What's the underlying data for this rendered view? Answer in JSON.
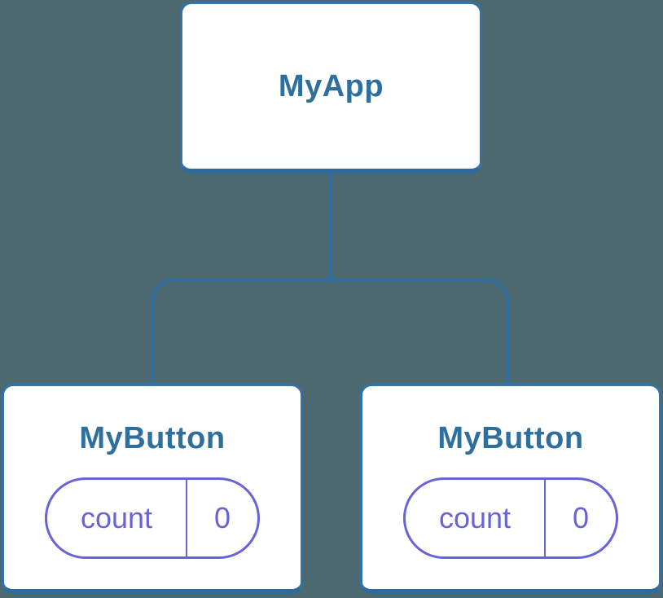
{
  "colors": {
    "background": "#4C6971",
    "card_fill": "#FFFFFF",
    "card_border": "#3373A3",
    "card_border_bottom": "#2D6B9C",
    "connector": "#2F6E9F",
    "component_text": "#2E6F9E",
    "state_accent": "#6A63D8"
  },
  "tree": {
    "root": {
      "label": "MyApp"
    },
    "children": [
      {
        "label": "MyButton",
        "state": {
          "key": "count",
          "value": "0"
        }
      },
      {
        "label": "MyButton",
        "state": {
          "key": "count",
          "value": "0"
        }
      }
    ]
  }
}
